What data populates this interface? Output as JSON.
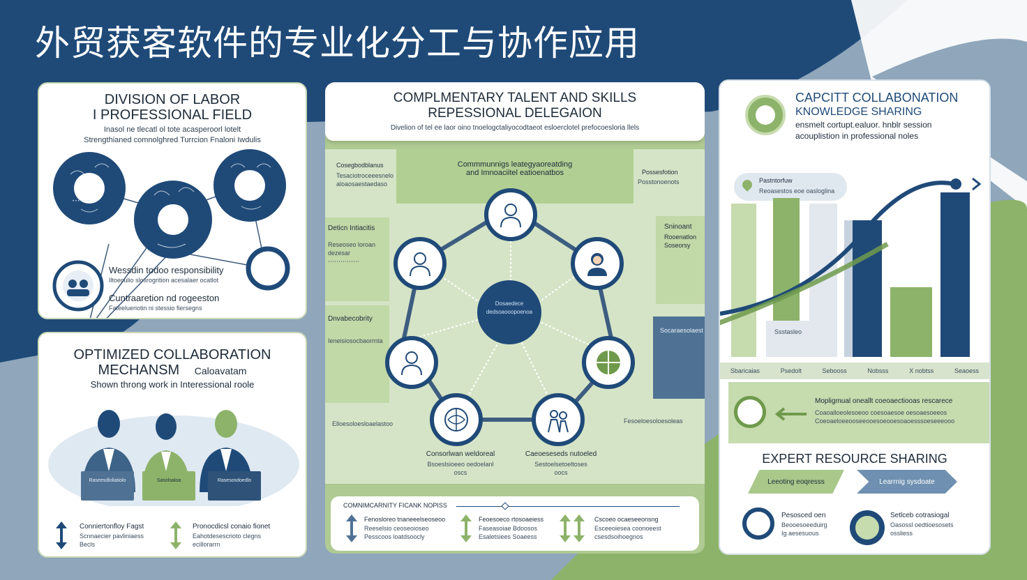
{
  "title": "外贸获客软件的专业化分工与协作应用",
  "colors": {
    "navy": "#1f4a78",
    "green": "#8db36a",
    "light_green": "#c6dbae",
    "grey_blue": "#8fa6bb"
  },
  "card1": {
    "heading_line1": "DIVISION OF LABOR",
    "heading_line2": "I PROFESSIONAL FIELD",
    "sub1": "Inasol ne tlecatl ol tote acasperoorl lotelt",
    "sub2": "Strengthianed comnolghred Turrcion Fnaloni Iwdulis",
    "right_caption1": "Wessdin todoo responsibility",
    "right_caption1_sub": "Iltoeculio slosrogrition acesalaer ocatlot",
    "right_caption2": "Cuntraaretion nd rogeeston",
    "right_caption2_sub": "Fateelueriotin ni stessio fiersegns"
  },
  "card2": {
    "heading_line1": "OPTIMIZED COLLABORATION",
    "heading_line2": "MECHANSM",
    "heading_suffix": "Caloavatam",
    "sub": "Shown throng work in Interessional roole",
    "screen1": "Raseesdloliatiolo",
    "screen2": "Sasolsaloa",
    "screen3": "Rasesosdoedlo",
    "foot1_title": "Conniertonfloy Fagst",
    "foot1_sub": "Scnnaecier pavliniaess",
    "foot1_sub2": "Becls",
    "foot2_title": "Pronocdicsl conaio fionet",
    "foot2_sub": "Eahotdesescrioto clegns",
    "foot2_sub2": "ecillorarrn"
  },
  "center": {
    "heading_line1": "COMPLMENTARY TALENT AND SKILLS",
    "heading_line2": "REPESSIONAL DELEGAION",
    "sub": "Divelion of tel ee laor oino tnoelogctaliyocodtaeot esloerclotel prefocoesloria llels",
    "top_box1": "Commmunnigs leategyaoreatding",
    "top_box2": "and Imnoaciitel eatioenatbos",
    "left_top": "Cosegbodblanus",
    "left_top_sub": "Tesaciotroceeesnelo",
    "left_top_sub2": "aloaosaestaedaso",
    "left_box1_title": "Deticn Intiacitis",
    "left_box1_text": "Reseoseo loroan dezesar",
    "left_box2_title": "Dnvabecobrity",
    "left_box2_text": "Ieneisiosocbaorrnta",
    "right_top": "Possesfotion",
    "right_top_sub": "Posstonoenots",
    "right_box1_title": "Sninoant",
    "right_box1_sub": "Rooenatlon",
    "right_box1_sub2": "Soseorsy",
    "right_blue_text": "Socaraesolaest",
    "center_node": "Dosaedece dedsoaooopoenoa",
    "bottom_left_caption": "Consorlwan weldoreal",
    "bottom_left_sub": "Bsoeslsioeeo oedoelanl",
    "bottom_left_sub2": "oscs",
    "bottom_right_caption": "Caeoeseseds nutoeled",
    "bottom_right_sub": "Sestoelsetoeltoses",
    "bottom_right_sub2": "oocs",
    "left_bottom_text": "Elloesoloesloaelastoo",
    "right_bottom_text": "Fesoeloesoloesoleas",
    "footer_title": "COMNIMCARNITY FICANK NOPISS",
    "footer1": "Fenosloreo tnaneeelseoseoo",
    "footer1_sub": "Reeselsio ceoseoioseo",
    "footer1_sub2": "Pesscoos loatdsoocly",
    "footer2": "Feoesoeco rtosoaeiess",
    "footer2_sub": "Faseasoiae Bdoosos",
    "footer2_sub2": "Esaletsiees Soaeess",
    "footer3": "Cscoeo ocaeseeonsng",
    "footer3_sub": "Esceeoiesea coonoeest",
    "footer3_sub2": "csesdsoihoegnos"
  },
  "card4": {
    "heading_line1": "CAPCITT COLLABONATION",
    "heading_line2": "KNOWLEDGE SHARING",
    "sub1": "ensmelt cortupt.ealuor. hnblr session",
    "sub2": "acouplistion in professional noles",
    "pill_title": "Pastntorfuw",
    "pill_sub": "Reoasestos eoe oasloglina",
    "labels": [
      "Sbaricaias",
      "Psedolt",
      "Sebooss",
      "Nobsss",
      "X nobtss",
      "Seaoess"
    ],
    "bar_caption": "Ssstasleo",
    "knowledge_title": "Mopligmual oneallt coeoaectiooas rescarece",
    "knowledge_sub1": "Coaoalloeolesoeoo coesoaesoe oesoaesoeeos",
    "knowledge_sub2": "Coeoaeloeeooseeooesoeooesoaoesssoeseeeooo",
    "expert_title": "EXPERT RESOURCE SHARING",
    "tag1": "Leeoting eoqresss",
    "tag2": "Learrnig sysdoate",
    "circ1_title": "Pesosced oen",
    "circ1_sub": "Beooesoeeduirg",
    "circ1_sub2": "Ig aesesuous",
    "circ2_title": "Setlceb cotrasiogal",
    "circ2_sub": "Oasossl oedtioesosets",
    "circ2_sub2": "ossliess"
  }
}
